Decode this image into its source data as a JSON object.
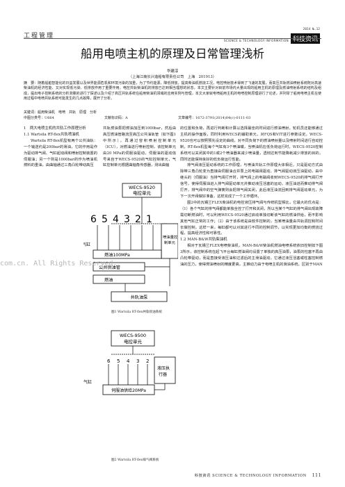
{
  "header": {
    "section": "工程管理",
    "date": "2014 №.12",
    "journal_en": "SCIENCE & TECHNOLOGY INFORMATION",
    "badge": "科技资讯"
  },
  "article": {
    "title": "船用电喷主机的原理及日常管理浅析",
    "author": "华建淳",
    "affiliation": "（上海江南长兴造船有限责任公司　上海　201913）",
    "abstract": "摘　要：随着船舶智能化的日益发展以及世界能源危机和环境污染的加重，为了节约能源，降低排放，提高柴油机燃烧工况，电控喷射技术得到了飞速的发展，而高压共轨燃油喷射系统既对高速柴油机的经济性能、又对实现低污染、低排放作用了重要作用。电控共轨柴油机的排放已达到相当理想的状态，本文主要针对目前市场内大量出现的船用主机的原理及燃油喷射系统的结构及组成，提出电子控制系统的分析测量的进行了探述以及介绍了高压共轨系统在船用柴油机领域的应用实例与管理，本文大家就电喷船用主机的电喷控制原理进行了论述，并列举了船用电喷主机在使用过程中电喷共轨系统可能发生的几点故障，展开了分析。",
    "keywords": "关键词：船用柴油机　电喷　共轨　原理　分析",
    "class_no": "中图分类号：U664",
    "doc_code": "文献标识码：A",
    "article_no": "文章编号：1672-3791(2014)04(c)-0111-03"
  },
  "body": {
    "col1": [
      "1　两大电喷主机的共轨工作原理分析",
      "1.1 Wartsila RT-flex共轨喷油机",
      "Wartsila RT-flex机型有两个公共油轨：一个输送约是200bar的滑油，它的作用是作为驱动排气阀、气缸起动阀和喷射控制装置的伺服油；另一个则是1000bar的作为喷油机燃料的重油，由曲轴通过三角凸轮带动高压"
    ],
    "col2": [
      "共轨燃油泵把燃油加压到1000bar，然后由高压燃油管路流至高压公共油轨管（如下图1中所示）。再通过容积喷射控制单元（ICU），对燃油进行喷射控制，该控制单元由20 MPa的伺服油驱动，伺服油的驱动信号来自于WECS-9520的气缸控制单元，气缸控制单元根据曲轴角传感器，测出曲轴"
    ],
    "col3_top": [
      "的位置和负荷，再进行判断和计算以选择最佳的时间进行燃油喷射，轮机员还能够通过主机的操作面板，同时利用WECS的辅助单元，对FQS和VIT进行参数设定。WECS-9520也可以按照预先设定的曲线，对不同负荷下的燃油喷射量以及喷射时间进行自动控制，RT-flex机型每个气缸有3个喷油嘴，当喷油机在低负荷运行时，WECS-9520控制系统可以关闭其中的1或2个喷油器来减少喷油量，透彻达到节能降耗减少排放的目的，同时还能保持良好的低负荷运行性能。"
    ],
    "col3_bottom": [
      "排气阀液压驱动系统的工作原理，与喷油共轨工作原理大体相近，只是驱动方式由除带三角凸轮变为直接由伺服油合并泵上的电磁阀驱动，排气阀驱动液压油驱动，由中继头的（伺服油）当排气阀打开时，排气阀上的电磁阀收到WECS-9520的排气阀打开信号，使得伺服油进入排气阀驱动单元并推动液压活塞的运动，液压油进而推动排气阀打开，排气阀中的空气弹簧则会把排气阀关闭，此后液压油流回到排气阀驱动单元，为下一次开阀做好准备，这样完成了一个工作循环。",
      "图2中的瓦锡兰FLEX柴油机的电控液压排气阀与传统机型相比，它最大的优点是：（1）各个气缸的排气阀都能单独全控了打开和关闭，所以当某个气缸的排气阀出现故障需切断燃油时，可以利用WECS-9520通过启动单独切断该气缸的燃油供给，而不影响其他气缸正常的工作；（2）由于该系统是由软件控制的，当某喷油量由共轨调控和时间长做控制，这样一来，每缸都可以对其进行不同的控制调节，以实现更加均衡的燃烧过程，提高经济性和可靠性。",
      "1.2 MAN-B&W共轨柴油机",
      "相对于瓦锡兰FLEX电喷柴油机，MAN-B&W柴油机燃油电喷系统依旧控制如下图3所示，该控制系统在起飞平台每缸燃油阀均设置了单独的高压油泵，油泵的柱塞不再由凸轮带驱动，而是直接受液压油和过滤后的主滑油驱动，它通过液压活塞或柱塞控制燃油的压力，使得燃油喷射的精度更高，主推动力由于电喷主机的滑油系统，区别于MAN"
    ]
  },
  "figure1": {
    "controller": "WECS-9520\n电控单元",
    "controller_line1": "WECS-9520",
    "controller_line2": "电控单元",
    "numbers": [
      "6",
      "5",
      "4",
      "3",
      "2",
      "1"
    ],
    "cylinder_label": "气缸",
    "ecu_line1": "喷油量控",
    "ecu_line2": "制单元",
    "rail_fuel": "燃油100MPa",
    "rail_common": "公共供油管",
    "pump_label": "燃油",
    "camshaft": "共轨油泵",
    "caption": "图1 Wartsila RT-flex共轨喷油系统"
  },
  "figure2": {
    "controller_line1": "WECS-9500",
    "controller_line2": "电控单元",
    "numbers": [
      "6",
      "5",
      "4",
      "3",
      "2"
    ],
    "cylinder_label": "气缸",
    "hyd_line1": "液压执",
    "hyd_line2": "行器",
    "rail_servo": "伺服油供给20MPa",
    "caption": "图2 Wartsila RT-flex排气阀系统"
  },
  "watermark": "com.cn. All Rights Reserved.",
  "footer": {
    "text": "科技资讯 SCIENCE & TECHNOLOGY INFORMATION",
    "page": "111"
  }
}
